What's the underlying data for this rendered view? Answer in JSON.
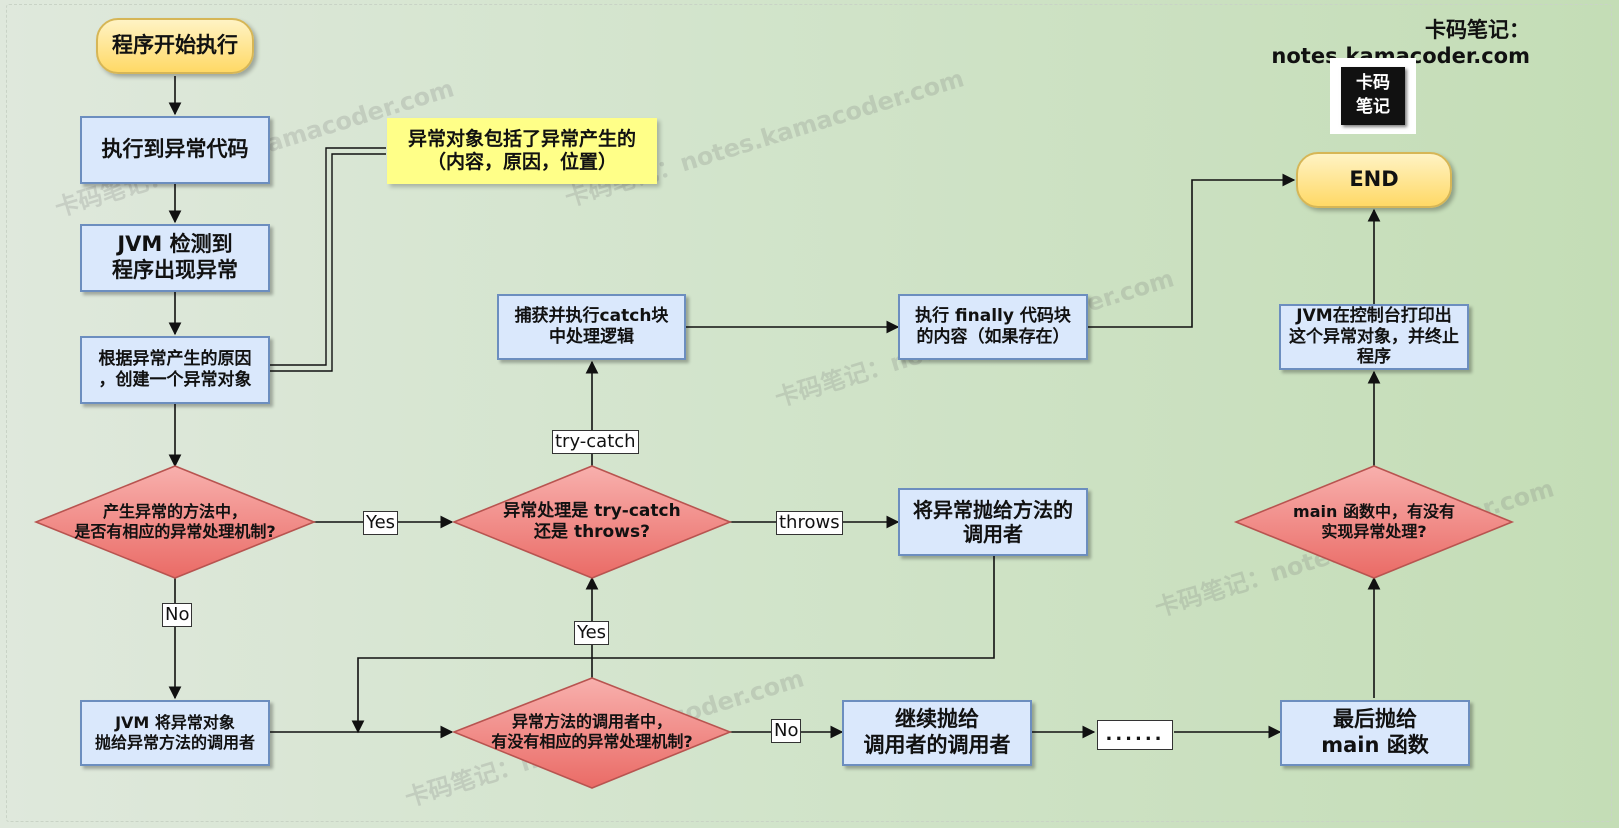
{
  "header": {
    "site": "卡码笔记：notes.kamacoder.com"
  },
  "logo": {
    "line1": "卡码",
    "line2": "笔记"
  },
  "nodes": {
    "start": "程序开始执行",
    "reach": "执行到异常代码",
    "detect": "JVM 检测到\n程序出现异常",
    "create": "根据异常产生的原因\n，创建一个异常对象",
    "note": "异常对象包括了异常产生的\n（内容，原因，位置）",
    "d1": "产生异常的方法中，\n是否有相应的异常处理机制?",
    "d2": "异常处理是 try-catch\n还是 throws?",
    "catch": "捕获并执行catch块\n中处理逻辑",
    "finally": "执行 finally 代码块\n的内容（如果存在）",
    "throwcaller": "将异常抛给方法的\n调用者",
    "jvmthrow": "JVM 将异常对象\n抛给异常方法的调用者",
    "d3": "异常方法的调用者中，\n有没有相应的异常处理机制?",
    "continue": "继续抛给\n调用者的调用者",
    "dots": "......",
    "lastmain": "最后抛给\nmain 函数",
    "d4": "main 函数中，有没有\n实现异常处理?",
    "jvmprint": "JVM在控制台打印出\n这个异常对象，并终止程序",
    "end": "END"
  },
  "edge_labels": {
    "d1_yes": "Yes",
    "d1_no": "No",
    "d2_trycatch": "try-catch",
    "d2_throws": "throws",
    "d3_yes": "Yes",
    "d3_no": "No"
  },
  "watermark": "卡码笔记：notes.kamacoder.com",
  "colors": {
    "process_fill": "#dae8fc",
    "process_border": "#6c8ebf",
    "terminal_fill": "#ffd966",
    "terminal_border": "#d6b656",
    "decision_fill": "#f08080",
    "decision_border": "#b85450",
    "note_fill": "#ffff88"
  }
}
